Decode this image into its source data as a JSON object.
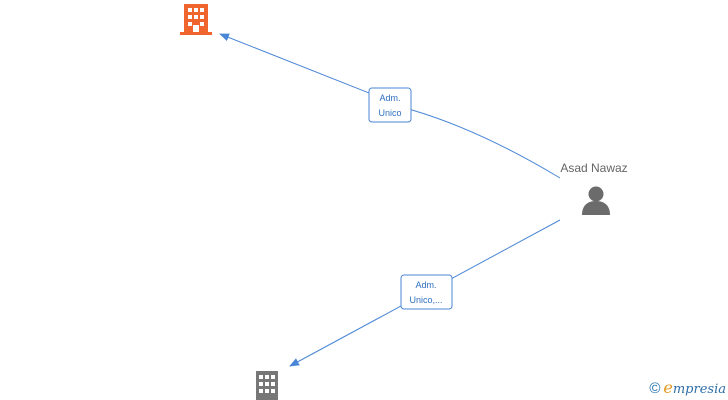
{
  "person": {
    "name": "Asad Nawaz",
    "icon": "person-icon"
  },
  "companies": [
    {
      "icon": "building-icon",
      "color": "#f0642e"
    },
    {
      "icon": "building-icon",
      "color": "#777777"
    }
  ],
  "edges": [
    {
      "label_line1": "Adm.",
      "label_line2": "Unico"
    },
    {
      "label_line1": "Adm.",
      "label_line2": "Unico,..."
    }
  ],
  "colors": {
    "edge": "#4a86d6",
    "person": "#6b6b6b"
  },
  "brand": {
    "copyright": "©",
    "initial": "e",
    "rest": "mpresia"
  }
}
